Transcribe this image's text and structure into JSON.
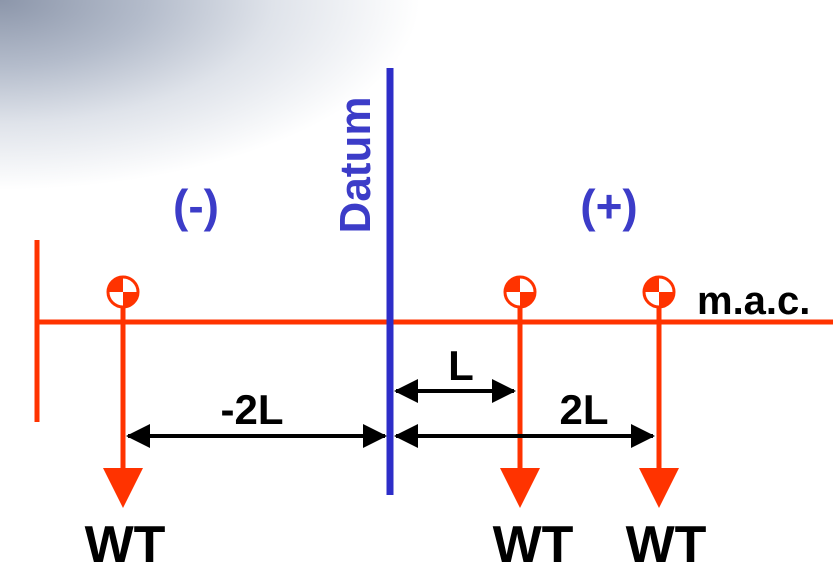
{
  "labels": {
    "datum": "Datum",
    "negative": "(-)",
    "positive": "(+)",
    "mac": "m.a.c.",
    "dist_neg": "-2L",
    "dist_l": "L",
    "dist_2l": "2L",
    "weight_left": "WT",
    "weight_mid": "WT",
    "weight_right": "WT"
  },
  "colors": {
    "beam": "#ff3300",
    "datum": "#2d2dc8",
    "text_blue": "#3c3cc8",
    "dimension": "#000000"
  },
  "icons": {
    "cg_symbol": "center-of-gravity-icon"
  }
}
